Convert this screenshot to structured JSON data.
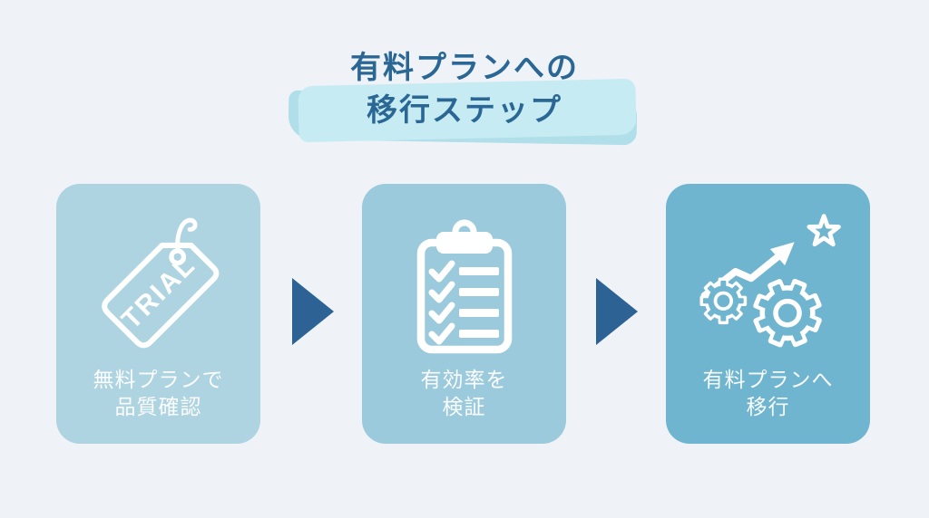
{
  "title": {
    "line1": "有料プランへの",
    "line2": "移行ステップ"
  },
  "colors": {
    "background": "#eff3f8",
    "title_text": "#2a6795",
    "highlight_main": "#c7ebf3",
    "highlight_under": "#a5d9e6",
    "arrow": "#2d6394",
    "card_label": "rgba(255,255,255,0.95)"
  },
  "steps": [
    {
      "icon": "trial-tag-icon",
      "tag_text": "TRIAL",
      "label": "無料プランで\n品質確認",
      "bg": "#aed3e1"
    },
    {
      "icon": "checklist-clipboard-icon",
      "label": "有効率を\n検証",
      "bg": "#9ccadd"
    },
    {
      "icon": "gears-growth-icon",
      "label": "有料プランへ\n移行",
      "bg": "#6fb5cf"
    }
  ]
}
